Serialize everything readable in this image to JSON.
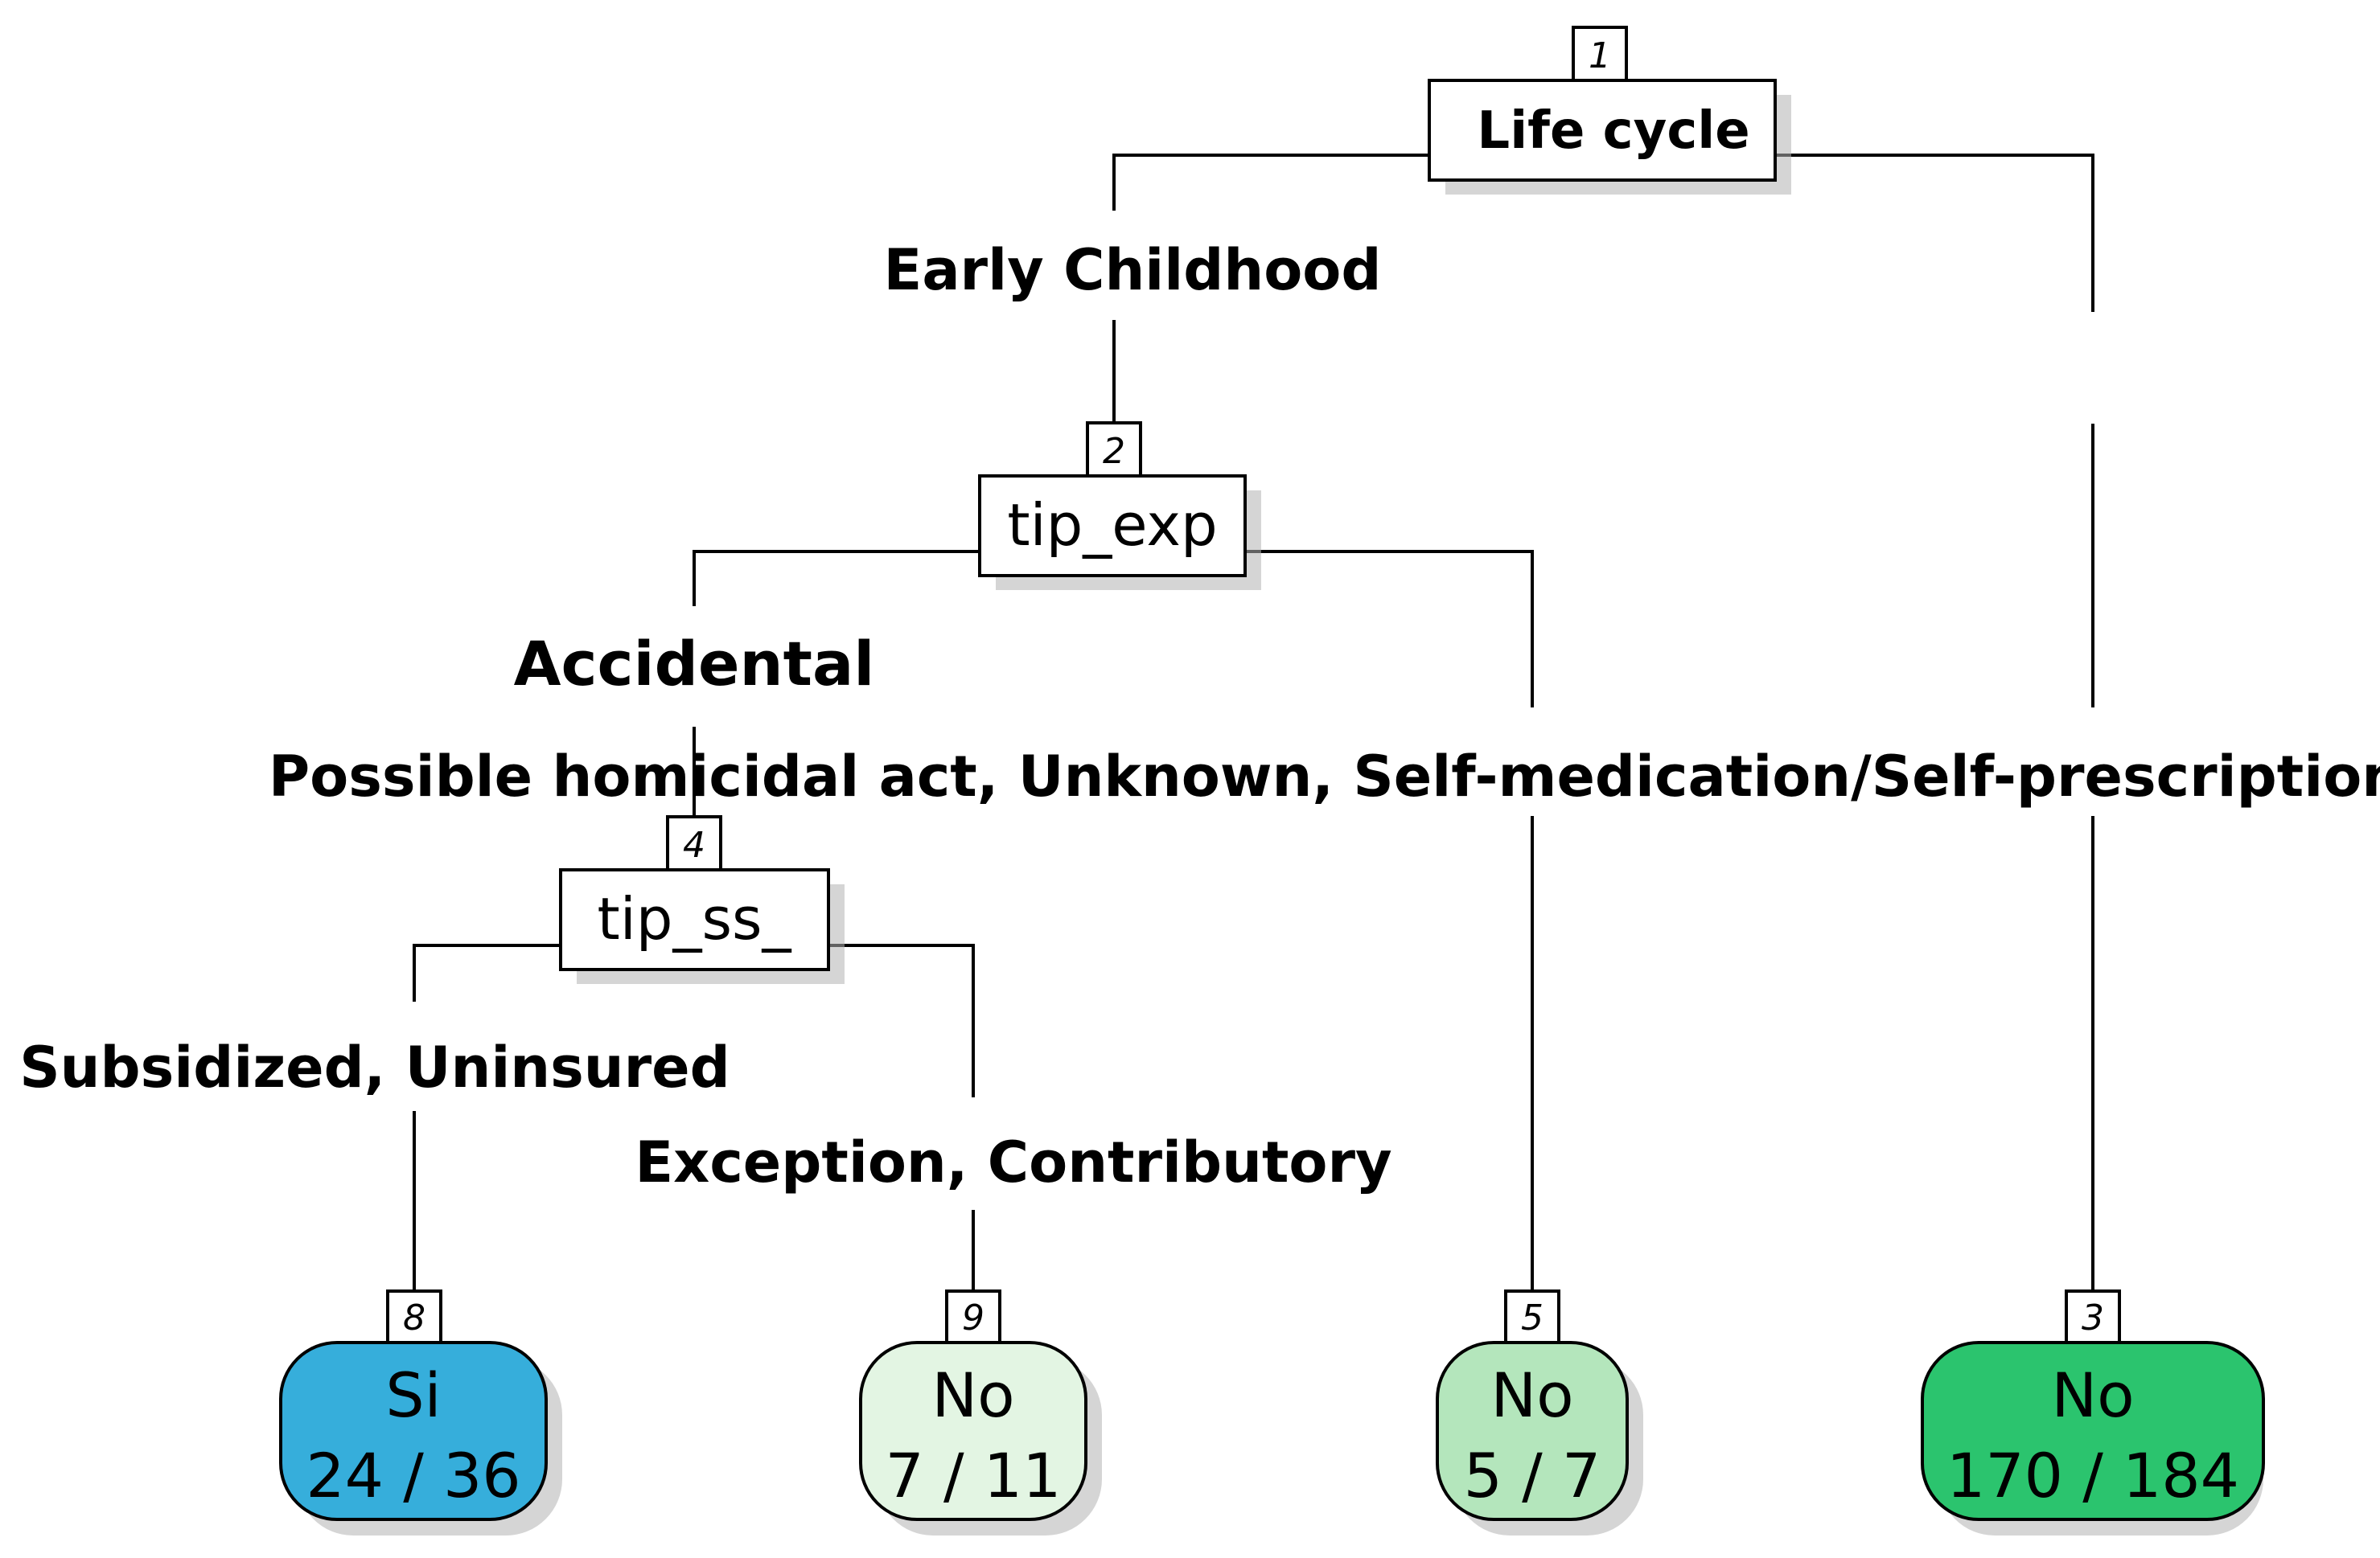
{
  "nodes": {
    "n1": {
      "number": "1",
      "label": "Life cycle"
    },
    "n2": {
      "number": "2",
      "label": "tip_exp"
    },
    "n4": {
      "number": "4",
      "label": "tip_ss_"
    }
  },
  "edges": {
    "e1_left": "Early Childhood",
    "e2_left": "Accidental",
    "e2_right": "Possible homicidal act, Unknown, Self-medication/Self-prescription",
    "e4_left": "Subsidized, Uninsured",
    "e4_right": "Exception, Contributory"
  },
  "leaves": {
    "l8": {
      "number": "8",
      "class": "Si",
      "count": "24 / 36",
      "color": "#36aedb"
    },
    "l9": {
      "number": "9",
      "class": "No",
      "count": "7 / 11",
      "color": "#e3f5e3"
    },
    "l5": {
      "number": "5",
      "class": "No",
      "count": "5 / 7",
      "color": "#b4e6bc"
    },
    "l3": {
      "number": "3",
      "class": "No",
      "count": "170 / 184",
      "color": "#2bc46e"
    }
  }
}
